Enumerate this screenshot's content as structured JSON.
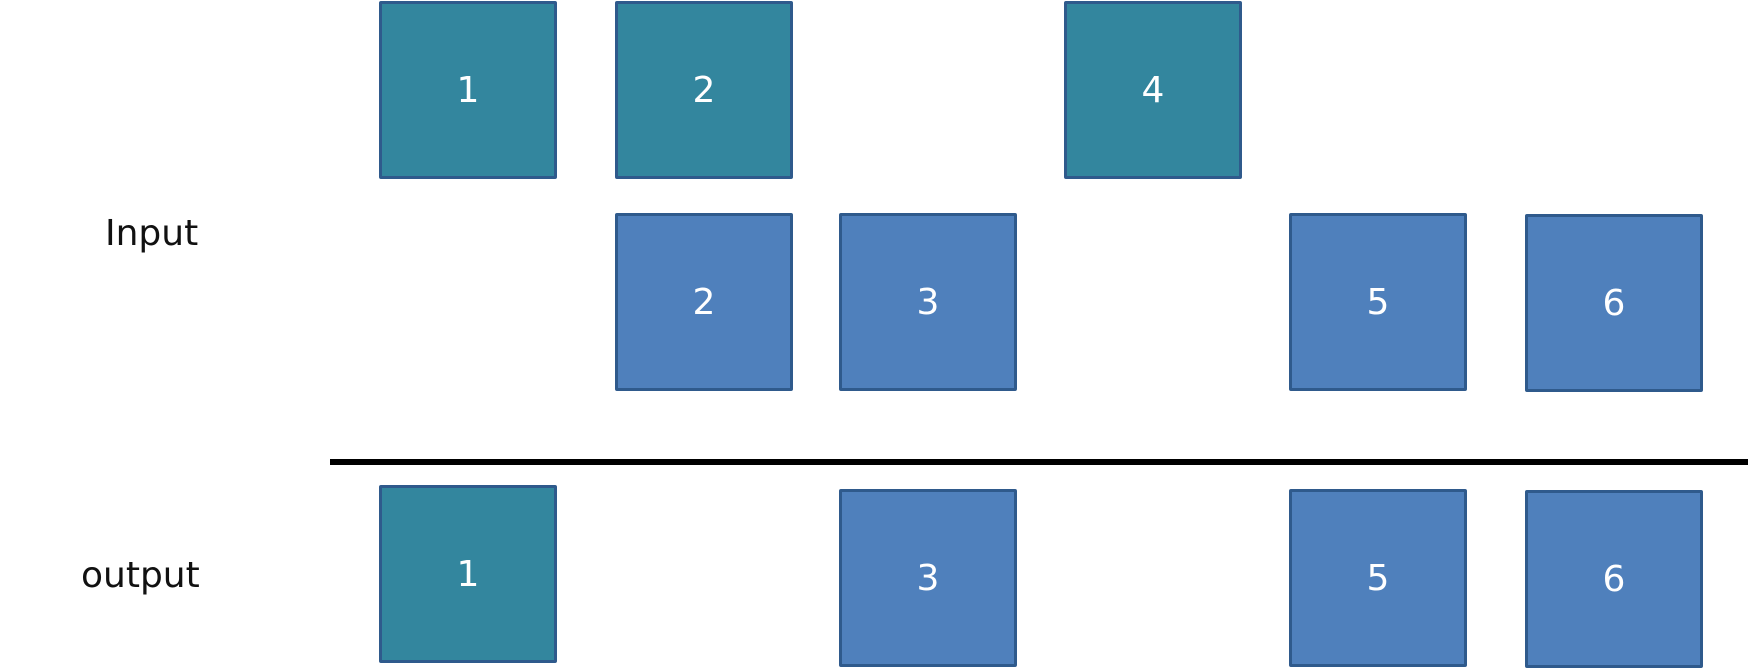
{
  "labels": {
    "input": "Input",
    "output": "output"
  },
  "colors": {
    "teal": "#33869e",
    "blue": "#4f80bc",
    "border": "#2f5a8c",
    "divider": "#000000"
  },
  "input": {
    "row1": [
      "1",
      "2",
      "4"
    ],
    "row2": [
      "2",
      "3",
      "5",
      "6"
    ]
  },
  "output": {
    "row": [
      "1",
      "3",
      "5",
      "6"
    ]
  }
}
